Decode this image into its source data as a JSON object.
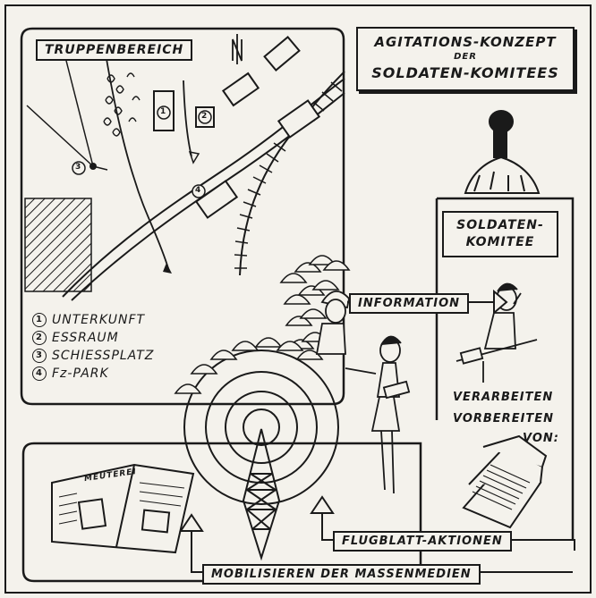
{
  "title": {
    "line1": "AGITATIONS-KONZEPT",
    "line2": "DER",
    "line3": "SOLDATEN-KOMITEES"
  },
  "map": {
    "label": "TRUPPENBEREICH",
    "markers": [
      "1",
      "2",
      "3",
      "4"
    ],
    "legend": [
      {
        "num": "1",
        "text": "UNTERKUNFT"
      },
      {
        "num": "2",
        "text": "ESSRAUM"
      },
      {
        "num": "3",
        "text": "SCHIESSPLATZ"
      },
      {
        "num": "4",
        "text": "Fz-PARK"
      }
    ]
  },
  "committee": {
    "label_line1": "SOLDATEN-",
    "label_line2": "KOMITEE",
    "process_line1": "VERARBEITEN",
    "process_line2": "VORBEREITEN",
    "process_line3": "VON:"
  },
  "arrows": {
    "information": "INFORMATION",
    "flyers": "FLUGBLATT-AKTIONEN",
    "media": "MOBILISIEREN DER MASSENMEDIEN"
  },
  "newspaper_headline": "MEUTEREI"
}
